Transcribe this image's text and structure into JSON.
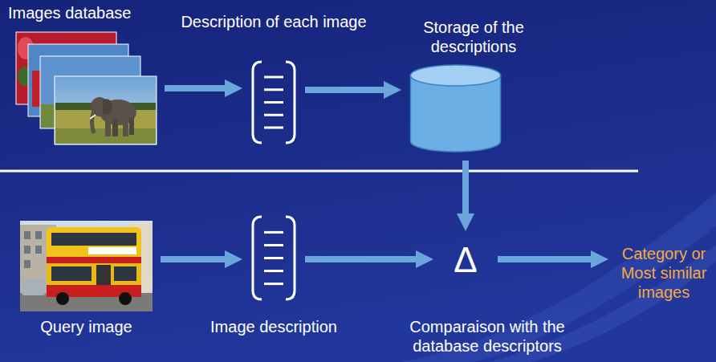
{
  "diagram": {
    "nodes": [
      {
        "text": [
          "Images database"
        ]
      },
      {
        "text": [
          "Description of each image"
        ]
      },
      {
        "text": [
          "Storage of the descriptions"
        ]
      },
      {
        "text": [
          "Query image"
        ]
      },
      {
        "text": [
          "Image description"
        ]
      },
      {
        "text": [
          "Δ",
          "Comparaison with the database descriptors"
        ]
      },
      {
        "text": [
          "Category or Most similar images"
        ]
      }
    ],
    "edges": [
      {
        "from": 0,
        "to": 1,
        "arrow": "to"
      },
      {
        "from": 1,
        "to": 2,
        "arrow": "to"
      },
      {
        "from": 2,
        "to": 5,
        "arrow": "to"
      },
      {
        "from": 3,
        "to": 4,
        "arrow": "to"
      },
      {
        "from": 4,
        "to": 5,
        "arrow": "to"
      },
      {
        "from": 5,
        "to": 6,
        "arrow": "to"
      }
    ]
  }
}
